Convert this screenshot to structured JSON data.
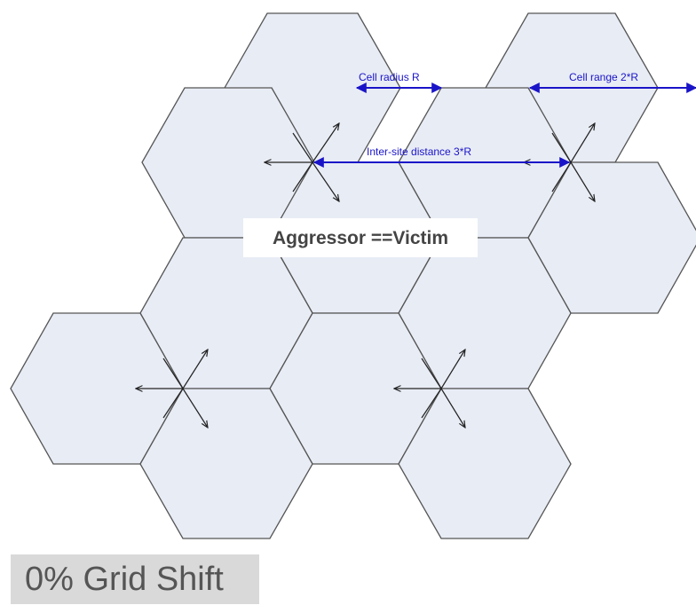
{
  "diagram": {
    "labels": {
      "cell_radius": "Cell radius R",
      "cell_range": "Cell range 2*R",
      "inter_site_distance": "Inter-site distance 3*R",
      "center": "Aggressor ==Victim"
    }
  },
  "footer": {
    "title": "0% Grid Shift"
  },
  "colors": {
    "cell_fill": "#e8ecf5",
    "cell_stroke": "#555555",
    "dimension": "#1a14c8",
    "footer_bg": "#d9d9d9",
    "footer_text": "#555555"
  }
}
